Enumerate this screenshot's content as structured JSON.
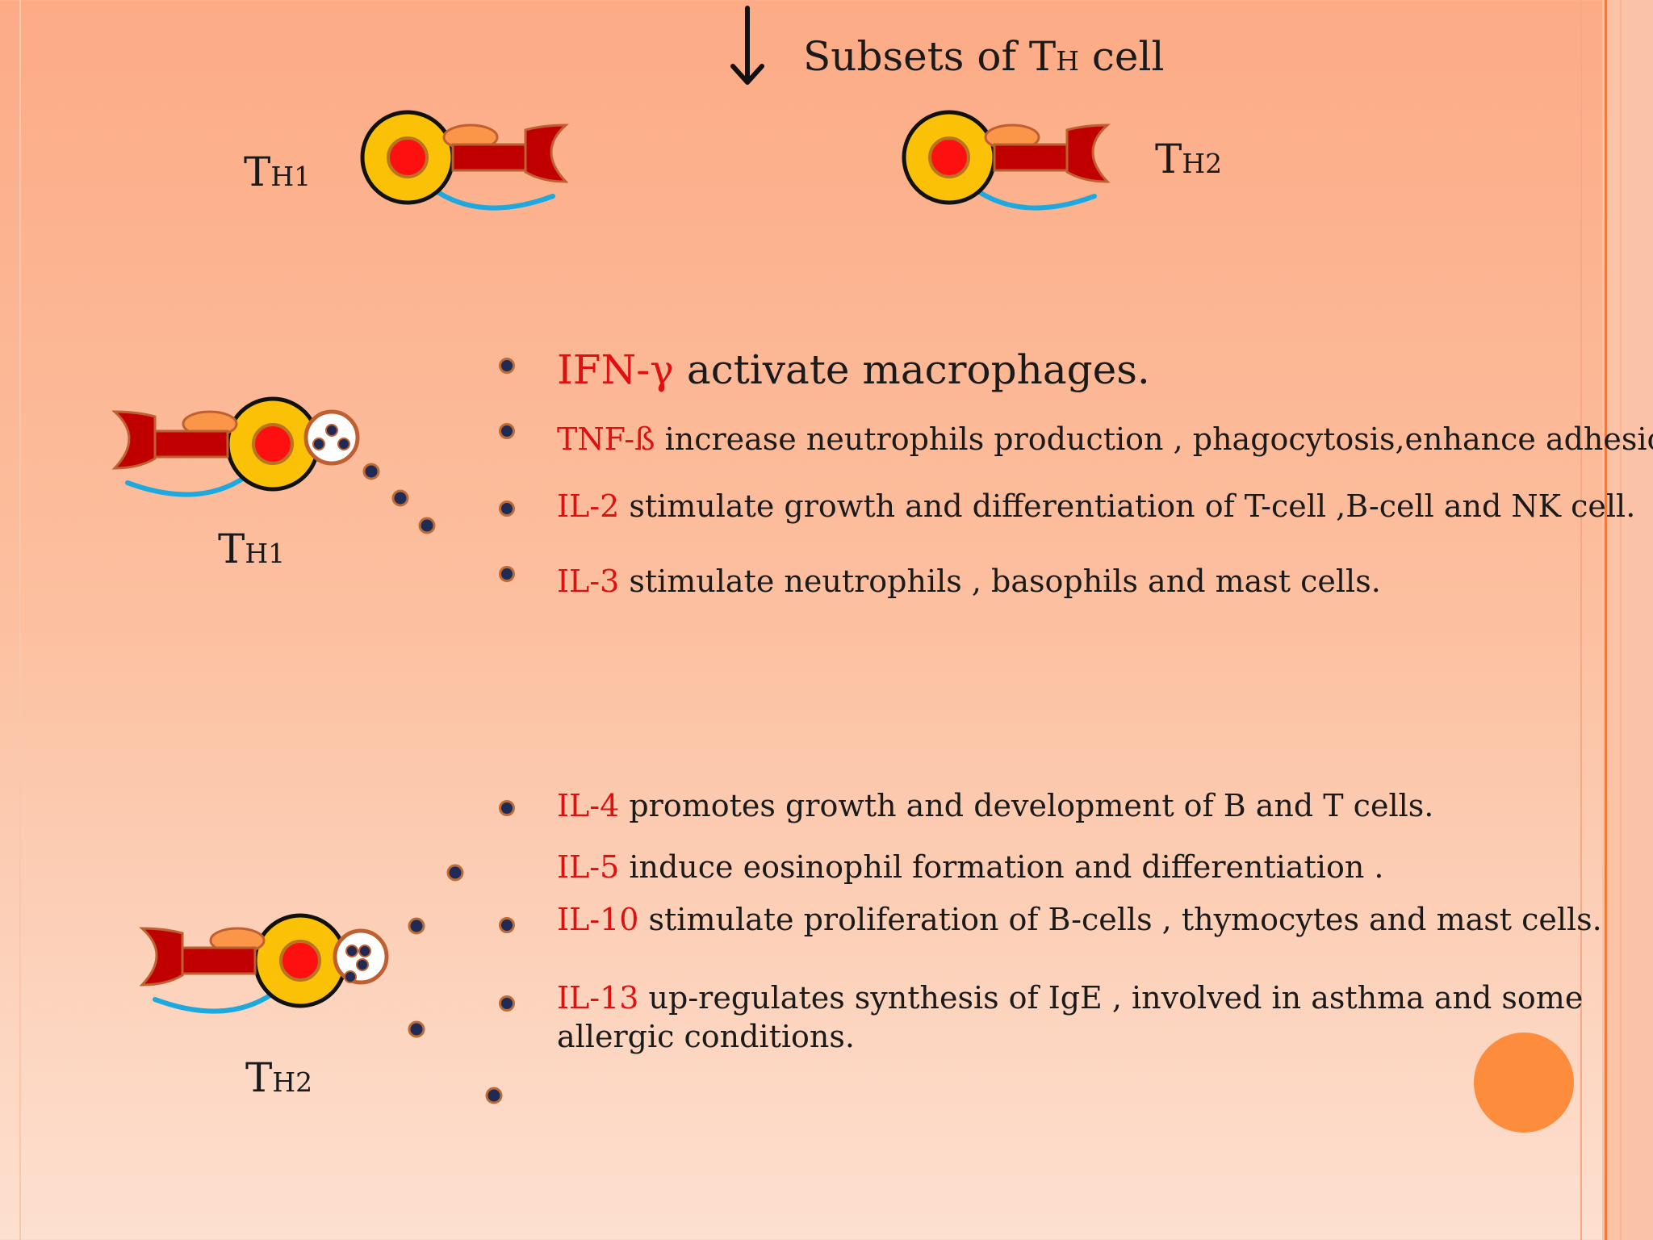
{
  "heading": {
    "text": "Subsets of T",
    "sub": "H",
    "tail": " cell"
  },
  "labels": {
    "top_left": {
      "main": "T",
      "sub": "H1"
    },
    "top_right": {
      "main": "T",
      "sub": "H2"
    },
    "mid": {
      "main": "T",
      "sub": "H1"
    },
    "bottom": {
      "main": "T",
      "sub": "H2"
    }
  },
  "th1_items": [
    {
      "key": "IFN-γ",
      "text": " activate macrophages."
    },
    {
      "key": "TNF-ß",
      "text": " increase neutrophils production , phagocytosis,enhance adhesion."
    },
    {
      "key": "IL-2",
      "text": " stimulate growth and differentiation of T-cell ,B-cell and NK cell."
    },
    {
      "key": "IL-3",
      "text": " stimulate neutrophils , basophils and mast cells."
    }
  ],
  "th2_items": [
    {
      "key": "IL-4",
      "text": " promotes growth and development of  B and T cells."
    },
    {
      "key": "IL-5",
      "text": " induce eosinophil formation and differentiation ."
    },
    {
      "key": "IL-10",
      "text": " stimulate proliferation of  B-cells , thymocytes and  mast cells."
    },
    {
      "key": "IL-13",
      "text": " up-regulates synthesis of  IgE , involved in asthma and some allergic conditions."
    }
  ],
  "colors": {
    "keyword": "#e01010",
    "cell_ring": "#fbc107",
    "nucleus": "#ff1010",
    "receptor": "#c00000",
    "tail": "#1ea8e0",
    "accent_circle": "#fd8d3c"
  }
}
